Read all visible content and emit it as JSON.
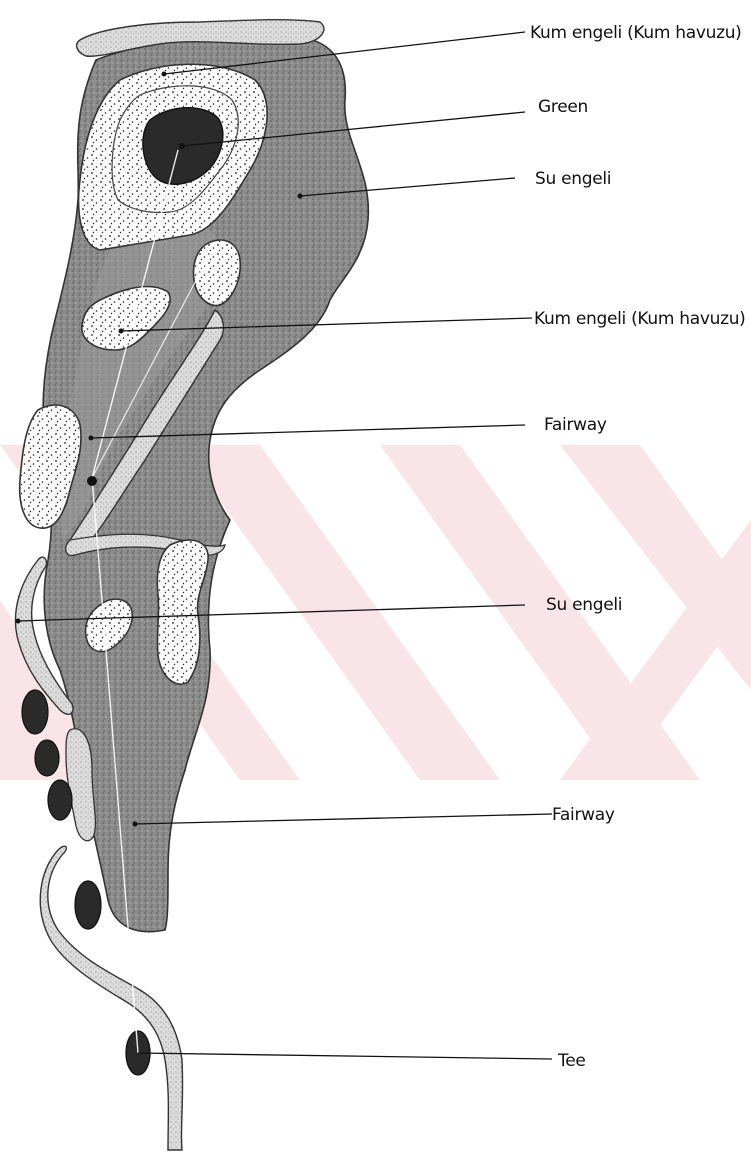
{
  "colors": {
    "paper": "#ffffff",
    "rough": "#8a8a8a",
    "rough_dark": "#555555",
    "sand": "#fbfbfb",
    "sand_dots": "#222222",
    "green": "#2d2d2d",
    "watermark": "#c9001e",
    "ink": "#111111"
  },
  "labels": {
    "sand_top": "Kum engeli (Kum havuzu)",
    "green": "Green",
    "water_top": "Su engeli",
    "sand_mid": "Kum engeli (Kum havuzu)",
    "fairway_upper": "Fairway",
    "water_lower": "Su engeli",
    "fairway_lower": "Fairway",
    "tee": "Tee"
  }
}
